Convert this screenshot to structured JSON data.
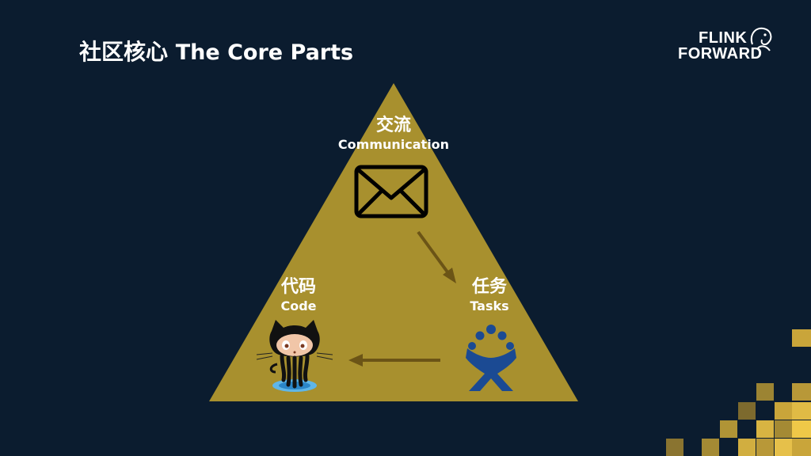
{
  "slide": {
    "title_zh": "社区核心",
    "title_en": "The Core Parts"
  },
  "logo": {
    "line1": "FLINK",
    "line2": "FORWARD"
  },
  "diagram": {
    "top": {
      "zh": "交流",
      "en": "Communication",
      "icon": "envelope-icon"
    },
    "right": {
      "zh": "任务",
      "en": "Tasks",
      "icon": "jira-logo-icon"
    },
    "left": {
      "zh": "代码",
      "en": "Code",
      "icon": "github-octocat-icon"
    }
  },
  "colors": {
    "background": "#0b1c2f",
    "triangle": "#a8902e",
    "arrow": "#6b5416",
    "jira_blue": "#1b4a93",
    "pixel_gold": "#c9a53a"
  }
}
